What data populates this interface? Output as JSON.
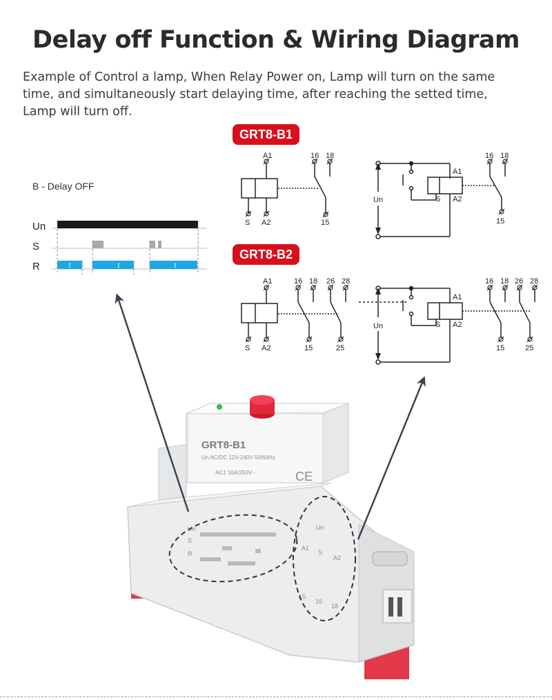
{
  "title": "Delay off Function & Wiring Diagram",
  "description": [
    "Example of Control a lamp, When Relay Power on, Lamp will turn on the same",
    "time, and simultaneously start delaying time, after reaching the setted time,",
    "Lamp will turn off."
  ],
  "timing": {
    "heading": "B - Delay OFF",
    "rows": [
      "Un",
      "S",
      "R"
    ],
    "t_label": "t",
    "colors": {
      "un_bar": "#1a1a1a",
      "s_pulse": "#a8a8a8",
      "r_bar": "#1ea7e4"
    }
  },
  "models": [
    {
      "badge": "GRT8-B1",
      "coil_terminals": {
        "top": "A1",
        "bottom_left": "S",
        "bottom_right": "A2"
      },
      "contact_terminals": [
        "16",
        "18",
        "15"
      ],
      "supply_label": "Un"
    },
    {
      "badge": "GRT8-B2",
      "coil_terminals": {
        "top": "A1",
        "bottom_left": "S",
        "bottom_right": "A2"
      },
      "contact_terminals": [
        "16",
        "18",
        "26",
        "28",
        "15",
        "25"
      ],
      "supply_label": "Un"
    }
  ],
  "device": {
    "model": "GRT8-B1",
    "rating_line_1": "Un:AC/DC 12V-240V 50/60Hz",
    "rating_line_2": ":AC1 16A/250V~",
    "ce_mark": "CE",
    "side_labels": {
      "timing_rows": [
        "Un",
        "S",
        "R"
      ],
      "wiring_terms": [
        "Un",
        "A1",
        "S",
        "A2",
        "15",
        "16",
        "18"
      ]
    }
  },
  "accent_color": "#d8101d"
}
